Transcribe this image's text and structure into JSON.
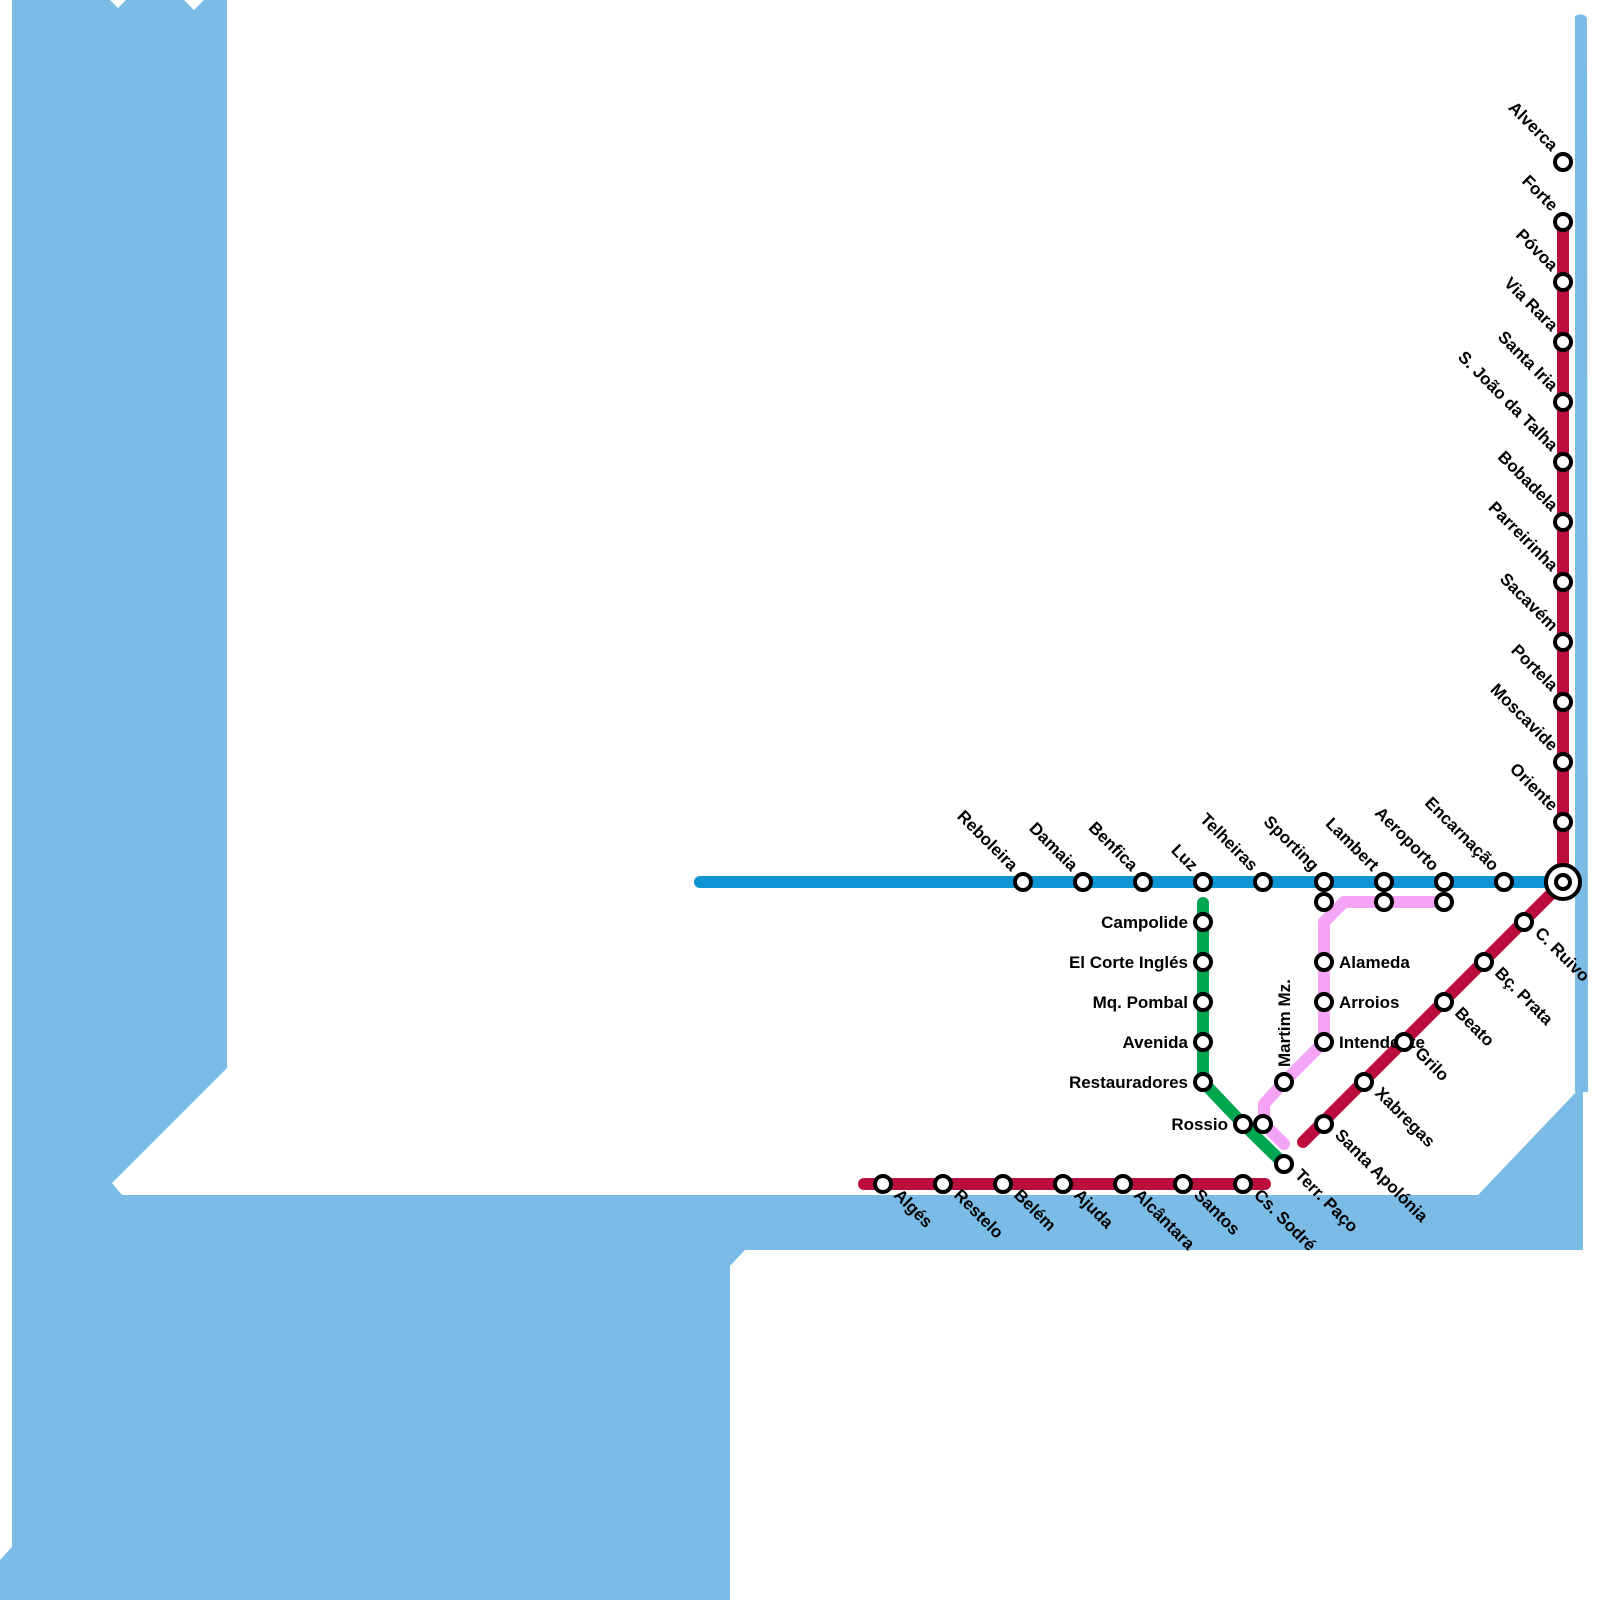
{
  "colors": {
    "water": "#7abce6",
    "line_blue": "#0e93d3",
    "line_red": "#bc0e3e",
    "line_green": "#00a650",
    "line_pink": "#f5a3f5",
    "station_fill": "#ffffff",
    "station_stroke": "#000000"
  },
  "lines": [
    {
      "name": "",
      "color_key": "line_blue",
      "icon": "metro-line-blue"
    },
    {
      "name": "",
      "color_key": "line_red",
      "icon": "metro-line-red"
    },
    {
      "name": "",
      "color_key": "line_green",
      "icon": "metro-line-green"
    },
    {
      "name": "",
      "color_key": "line_pink",
      "icon": "metro-line-pink"
    }
  ],
  "stations": {
    "reboleira": "Reboleira",
    "damaia": "Damaia",
    "benfica": "Benfica",
    "luz": "Luz",
    "telheiras": "Telheiras",
    "sporting": "Sporting",
    "lambert": "Lambert",
    "aeroporto": "Aeroporto",
    "encarnacao": "Encarnação",
    "oriente": "Oriente",
    "moscavide": "Moscavide",
    "portela": "Portela",
    "sacavem": "Sacavém",
    "parreirinha": "Parreirinha",
    "bobadela": "Bobadela",
    "sjoao": "S. João da Talha",
    "santairia": "Santa Iria",
    "viarara": "Via Rara",
    "povoa": "Póvoa",
    "forte": "Forte",
    "alverca": "Alverca",
    "campolide": "Campolide",
    "elcorte": "El Corte Inglés",
    "mqpombal": "Mq. Pombal",
    "avenida": "Avenida",
    "restauradores": "Restauradores",
    "rossio": "Rossio",
    "alameda": "Alameda",
    "arroios": "Arroios",
    "intendente": "Intendente",
    "martimmz": "Martim Mz.",
    "cruivo": "C. Ruivo",
    "bcprata": "Bç. Prata",
    "beato": "Beato",
    "grilo": "Grilo",
    "xabregas": "Xabregas",
    "santaapolonia": "Santa Apolónia",
    "terrpaco": "Terr. Paço",
    "cssodre": "Cs. Sodré",
    "santos": "Santos",
    "alcantara": "Alcântara",
    "ajuda": "Ajuda",
    "belem": "Belém",
    "restelo": "Restelo",
    "alges": "Algés"
  }
}
